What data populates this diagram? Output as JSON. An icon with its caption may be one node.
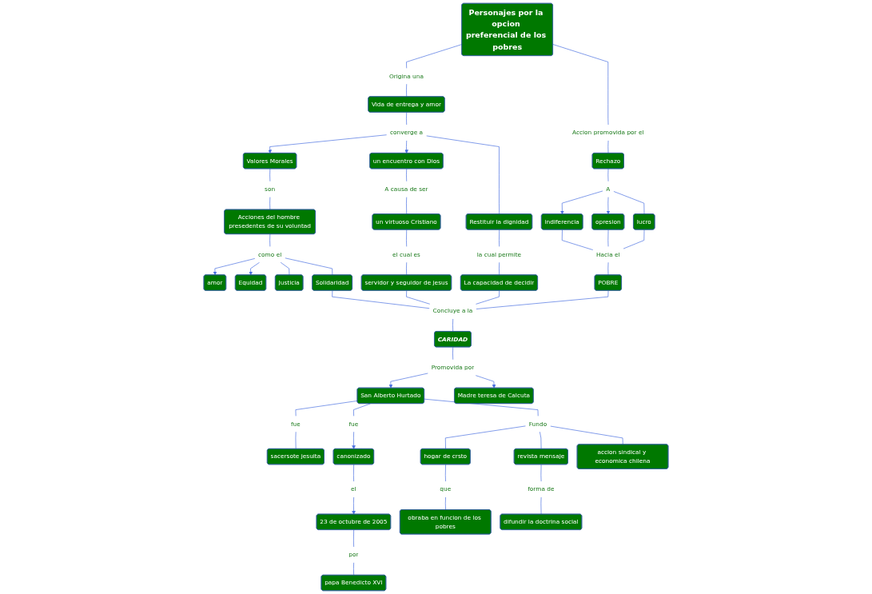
{
  "diagram": {
    "nodes": [
      {
        "text": [
          "Personajes por la opcion preferencial de los pobres"
        ]
      },
      {
        "text": [
          "Origina una"
        ]
      },
      {
        "text": [
          "Accion promovida por el"
        ]
      },
      {
        "text": [
          "Vida de entrega y amor"
        ]
      },
      {
        "text": [
          "Rechazo"
        ]
      },
      {
        "text": [
          "Valores Morales"
        ]
      },
      {
        "text": [
          "converge a"
        ]
      },
      {
        "text": [
          "un encuentro con Dios"
        ]
      },
      {
        "text": [
          "A causa de ser"
        ]
      },
      {
        "text": [
          "indiferencia"
        ]
      },
      {
        "text": [
          "A"
        ]
      },
      {
        "text": [
          "opresion"
        ]
      },
      {
        "text": [
          "son"
        ]
      },
      {
        "text": [
          "un virtuoso Cristiano"
        ]
      },
      {
        "text": [
          "lucro"
        ]
      },
      {
        "text": [
          "Restituir la dignidad"
        ]
      },
      {
        "text": [
          "el cual es"
        ]
      },
      {
        "text": [
          "Acciones del hombre presedentes de su voluntad"
        ]
      },
      {
        "text": [
          "Hacia el"
        ]
      },
      {
        "text": [
          "la cual permite"
        ]
      },
      {
        "text": [
          "amor"
        ]
      },
      {
        "text": [
          "como el"
        ]
      },
      {
        "text": [
          "Equidad"
        ]
      },
      {
        "text": [
          "servidor y seguidor de jesus"
        ]
      },
      {
        "text": [
          "POBRE"
        ]
      },
      {
        "text": [
          "La capacidad de decidir"
        ]
      },
      {
        "text": [
          "Justicia"
        ]
      },
      {
        "text": [
          "Solidaridad"
        ]
      },
      {
        "text": [
          "Concluye a la"
        ]
      },
      {
        "text": [
          "CARIDAD"
        ]
      },
      {
        "text": [
          "fue"
        ]
      },
      {
        "text": [
          "San Alberto Hurtado"
        ]
      },
      {
        "text": [
          "Promovida por"
        ]
      },
      {
        "text": [
          "Madre teresa de Calcuta"
        ]
      },
      {
        "text": [
          "sacersote jesuita"
        ]
      },
      {
        "text": [
          "fue"
        ]
      },
      {
        "text": [
          "Fundo"
        ]
      },
      {
        "text": [
          "canonizado"
        ]
      },
      {
        "text": [
          "el"
        ]
      },
      {
        "text": [
          "23 de octubre de 2005"
        ]
      },
      {
        "text": [
          "hogar de crsto"
        ]
      },
      {
        "text": [
          "revista mensaje"
        ]
      },
      {
        "text": [
          "forma de"
        ]
      },
      {
        "text": [
          "por"
        ]
      },
      {
        "text": [
          "que"
        ]
      },
      {
        "text": [
          "papa Benedicto XVI"
        ]
      },
      {
        "text": [
          "difundir la doctrina social"
        ]
      },
      {
        "text": [
          "obraba en funcion de los pobres"
        ]
      },
      {
        "text": [
          "accion sindical y economica chilena"
        ]
      }
    ],
    "edges": [
      {
        "from": 0,
        "to": 1,
        "arrow": "none"
      },
      {
        "from": 1,
        "to": 3,
        "arrow": "none"
      },
      {
        "from": 0,
        "to": 2,
        "arrow": "none"
      },
      {
        "from": 2,
        "to": 4,
        "arrow": "none"
      },
      {
        "from": 3,
        "to": 6,
        "arrow": "none"
      },
      {
        "from": 6,
        "to": 5,
        "arrow": "to"
      },
      {
        "from": 6,
        "to": 7,
        "arrow": "to"
      },
      {
        "from": 6,
        "to": 15,
        "arrow": "none"
      },
      {
        "from": 7,
        "to": 8,
        "arrow": "none"
      },
      {
        "from": 8,
        "to": 13,
        "arrow": "none"
      },
      {
        "from": 4,
        "to": 10,
        "arrow": "none"
      },
      {
        "from": 10,
        "to": 9,
        "arrow": "to"
      },
      {
        "from": 10,
        "to": 11,
        "arrow": "to"
      },
      {
        "from": 10,
        "to": 14,
        "arrow": "none"
      },
      {
        "from": 5,
        "to": 12,
        "arrow": "none"
      },
      {
        "from": 12,
        "to": 17,
        "arrow": "none"
      },
      {
        "from": 13,
        "to": 16,
        "arrow": "none"
      },
      {
        "from": 16,
        "to": 23,
        "arrow": "none"
      },
      {
        "from": 15,
        "to": 19,
        "arrow": "none"
      },
      {
        "from": 19,
        "to": 25,
        "arrow": "none"
      },
      {
        "from": 17,
        "to": 21,
        "arrow": "none"
      },
      {
        "from": 21,
        "to": 20,
        "arrow": "to"
      },
      {
        "from": 21,
        "to": 22,
        "arrow": "to"
      },
      {
        "from": 21,
        "to": 26,
        "arrow": "none"
      },
      {
        "from": 21,
        "to": 27,
        "arrow": "none"
      },
      {
        "from": 9,
        "to": 18,
        "arrow": "none"
      },
      {
        "from": 14,
        "to": 18,
        "arrow": "none"
      },
      {
        "from": 11,
        "to": 18,
        "arrow": "none"
      },
      {
        "from": 18,
        "to": 24,
        "arrow": "none"
      },
      {
        "from": 27,
        "to": 28,
        "arrow": "none"
      },
      {
        "from": 25,
        "to": 28,
        "arrow": "none"
      },
      {
        "from": 23,
        "to": 28,
        "arrow": "none"
      },
      {
        "from": 24,
        "to": 28,
        "arrow": "none"
      },
      {
        "from": 28,
        "to": 29,
        "arrow": "none"
      },
      {
        "from": 29,
        "to": 32,
        "arrow": "none"
      },
      {
        "from": 32,
        "to": 31,
        "arrow": "to"
      },
      {
        "from": 32,
        "to": 33,
        "arrow": "to"
      },
      {
        "from": 31,
        "to": 30,
        "arrow": "none"
      },
      {
        "from": 30,
        "to": 34,
        "arrow": "none"
      },
      {
        "from": 31,
        "to": 35,
        "arrow": "none"
      },
      {
        "from": 35,
        "to": 37,
        "arrow": "to"
      },
      {
        "from": 31,
        "to": 36,
        "arrow": "none"
      },
      {
        "from": 36,
        "to": 40,
        "arrow": "none"
      },
      {
        "from": 36,
        "to": 41,
        "arrow": "none"
      },
      {
        "from": 36,
        "to": 48,
        "arrow": "none"
      },
      {
        "from": 37,
        "to": 38,
        "arrow": "none"
      },
      {
        "from": 38,
        "to": 39,
        "arrow": "to"
      },
      {
        "from": 39,
        "to": 43,
        "arrow": "none"
      },
      {
        "from": 43,
        "to": 45,
        "arrow": "none"
      },
      {
        "from": 40,
        "to": 44,
        "arrow": "none"
      },
      {
        "from": 44,
        "to": 47,
        "arrow": "none"
      },
      {
        "from": 41,
        "to": 42,
        "arrow": "none"
      },
      {
        "from": 42,
        "to": 46,
        "arrow": "none"
      }
    ]
  }
}
